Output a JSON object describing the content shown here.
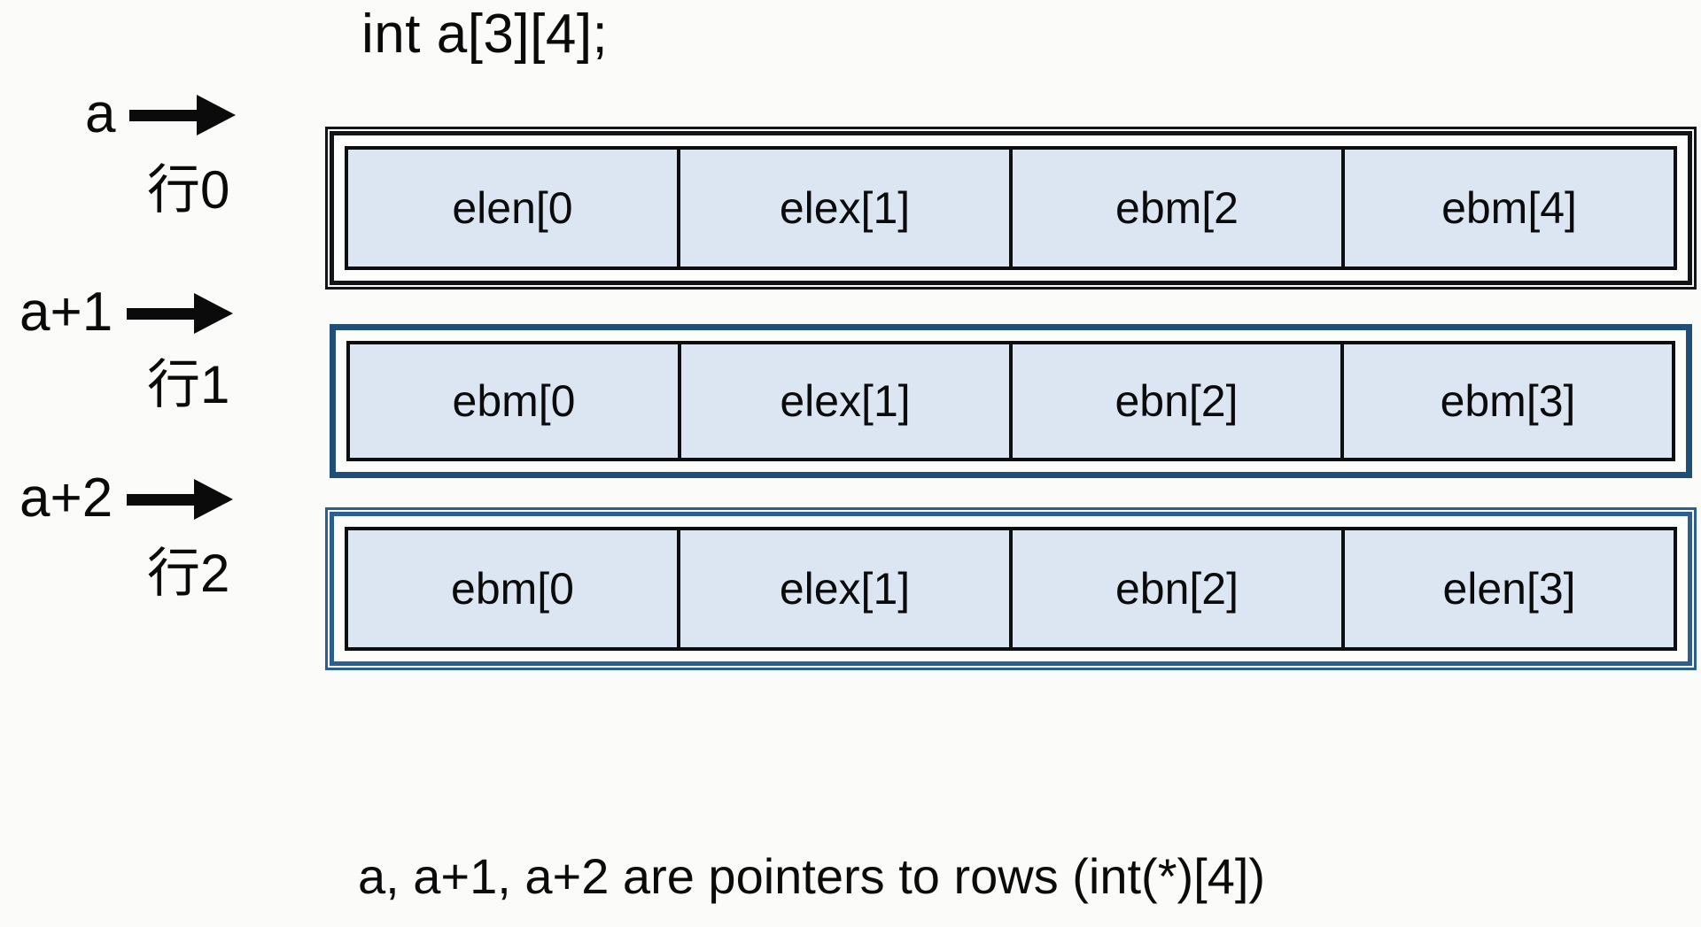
{
  "diagram": {
    "title": "int a[3][4];",
    "caption": "a, a+1, a+2 are pointers to rows (int(*)[4])",
    "colors": {
      "cell_fill": "#dce6f3",
      "cell_border": "#0c0e10",
      "row0_outline": "#121417",
      "row1_outline": "#1f4e79",
      "row2_outline": "#2b5f8f",
      "text": "#0b0b0b",
      "background": "#fbfbf9"
    },
    "rows": [
      {
        "pointer_label": "a",
        "row_name": "行0",
        "cells": [
          "elen[0",
          "elex[1]",
          "ebm[2",
          "ebm[4]"
        ]
      },
      {
        "pointer_label": "a+1",
        "row_name": "行1",
        "cells": [
          "ebm[0",
          "elex[1]",
          "ebn[2]",
          "ebm[3]"
        ]
      },
      {
        "pointer_label": "a+2",
        "row_name": "行2",
        "cells": [
          "ebm[0",
          "elex[1]",
          "ebn[2]",
          "elen[3]"
        ]
      }
    ]
  }
}
